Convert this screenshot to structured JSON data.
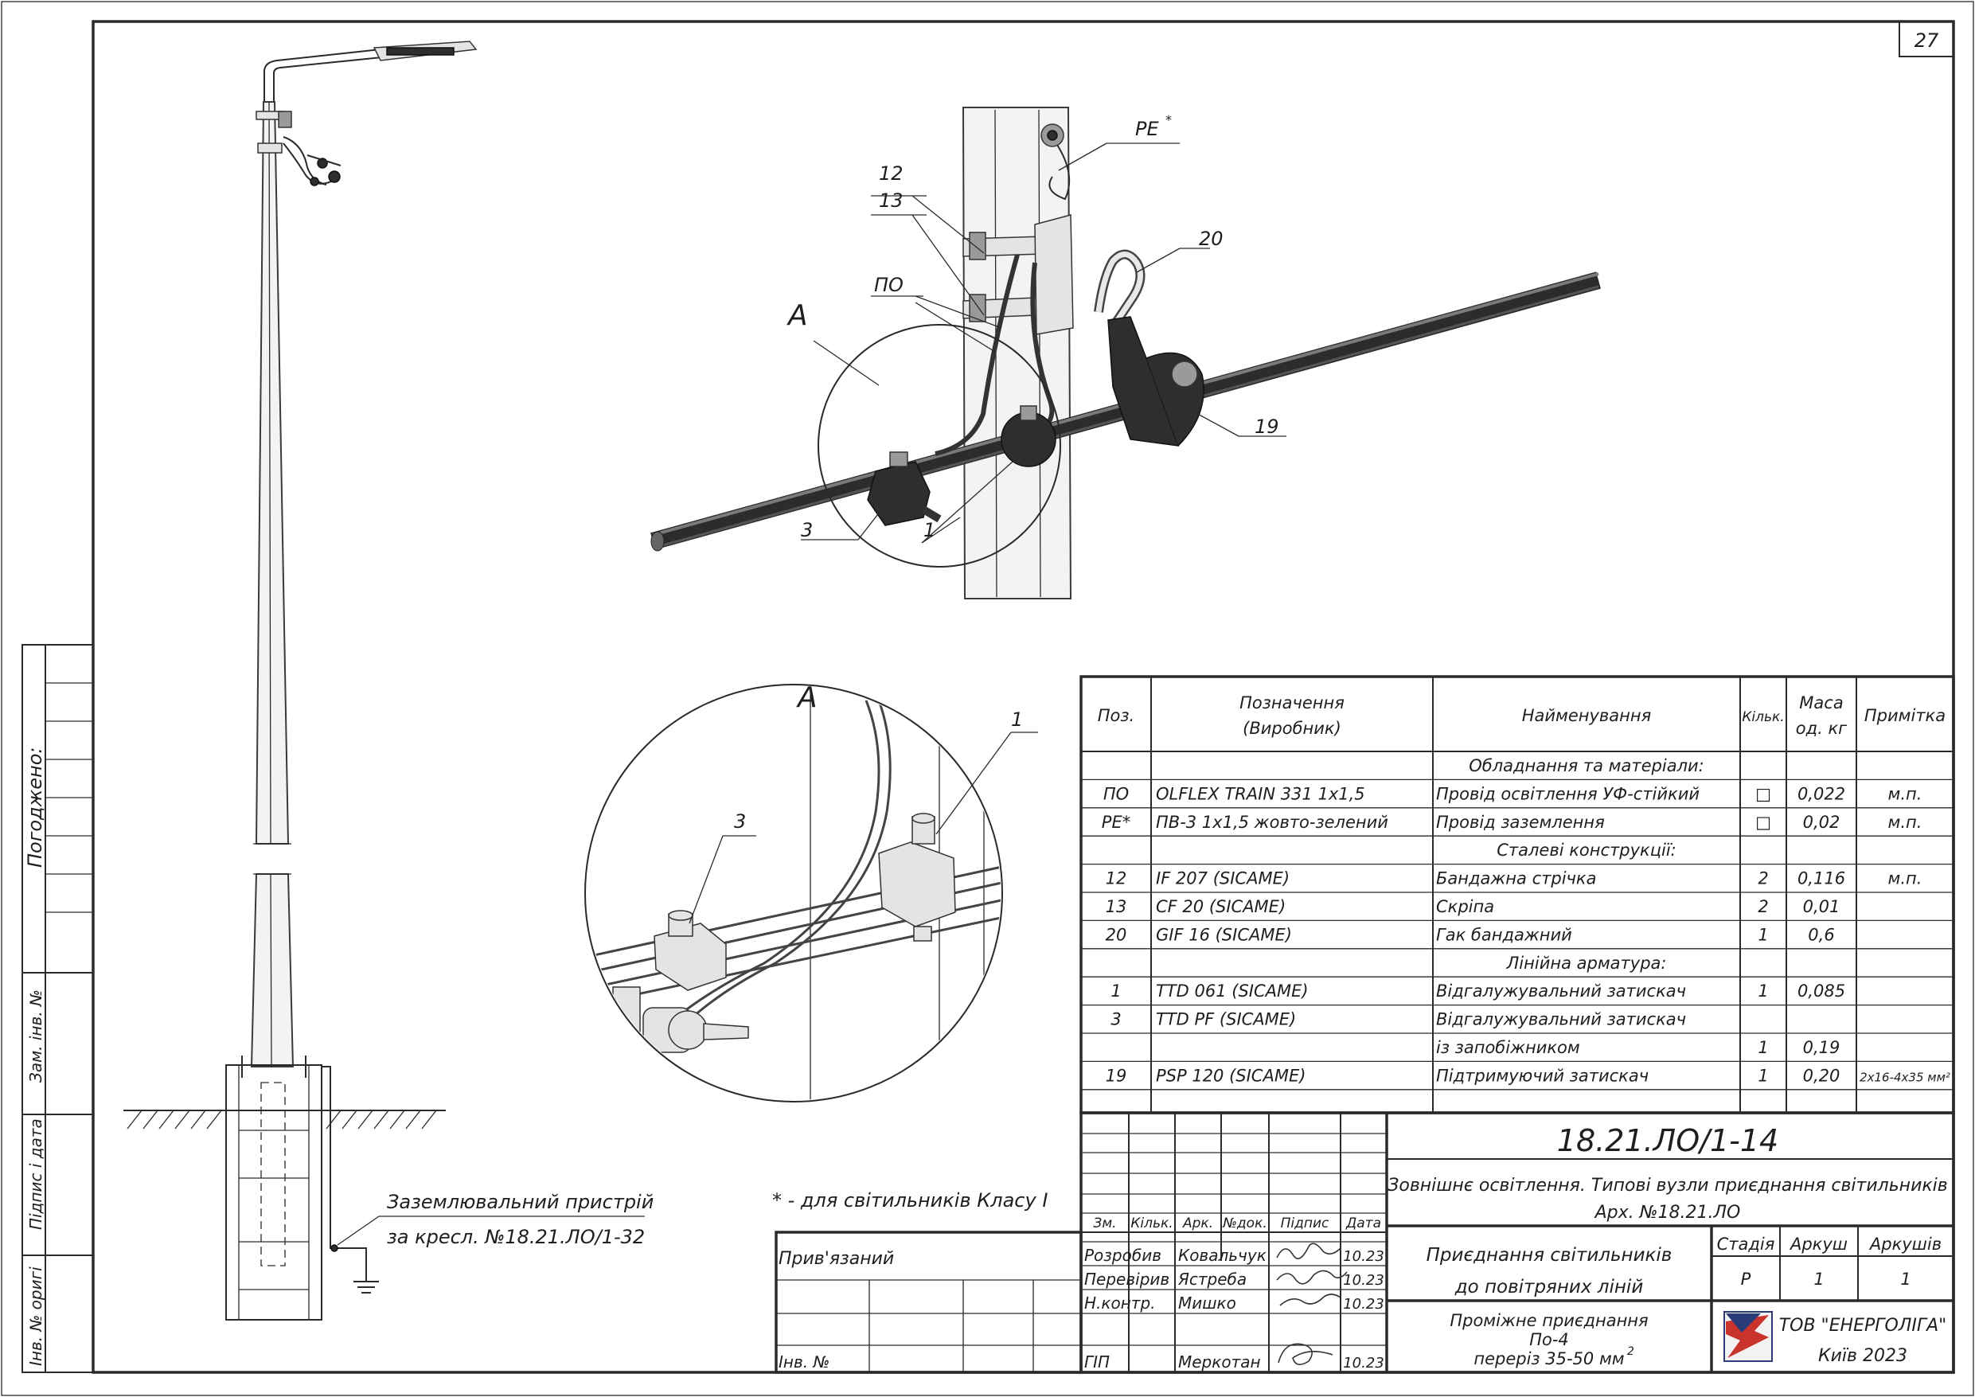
{
  "sheet_number": "27",
  "side_stamp": {
    "agreed": "Погоджено:",
    "replace_inv": "Зам. інв. №",
    "signature_date": "Підпис і дата",
    "inv_original": "Інв. № оригі"
  },
  "callouts": {
    "pe": "PE",
    "pe_star": "*",
    "c12": "12",
    "c13": "13",
    "c20": "20",
    "c_po": "ПО",
    "c_a": "A",
    "c19": "19",
    "c3": "3",
    "c1": "1",
    "detail_a": "A",
    "detail_1": "1",
    "detail_3": "3"
  },
  "grounding_note": {
    "line1": "Заземлювальний пристрій",
    "line2": "за кресл. №18.21.ЛО/1-32"
  },
  "footnote": "* - для світильників Класу I",
  "spec_table": {
    "headers": {
      "pos": "Поз.",
      "designation_1": "Позначення",
      "designation_2": "(Виробник)",
      "name": "Найменування",
      "qty": "Кільк.",
      "mass_1": "Маса",
      "mass_2": "од. кг",
      "note": "Примітка"
    },
    "rows": [
      {
        "pos": "",
        "designation": "",
        "name": "Обладнання та матеріали:",
        "qty": "",
        "mass": "",
        "note": "",
        "section": true
      },
      {
        "pos": "ПО",
        "designation": "OLFLEX TRAIN 331 1x1,5",
        "name": "Провід освітлення УФ-стійкий",
        "qty": "□",
        "mass": "0,022",
        "note": "м.п."
      },
      {
        "pos": "PE*",
        "designation": "ПВ-3 1x1,5 жовто-зелений",
        "name": "Провід заземлення",
        "qty": "□",
        "mass": "0,02",
        "note": "м.п."
      },
      {
        "pos": "",
        "designation": "",
        "name": "Сталеві конструкції:",
        "qty": "",
        "mass": "",
        "note": "",
        "section": true
      },
      {
        "pos": "12",
        "designation": "IF 207  (SICAME)",
        "name": "Бандажна стрічка",
        "qty": "2",
        "mass": "0,116",
        "note": "м.п."
      },
      {
        "pos": "13",
        "designation": "CF 20  (SICAME)",
        "name": "Скріпа",
        "qty": "2",
        "mass": "0,01",
        "note": ""
      },
      {
        "pos": "20",
        "designation": "GIF 16  (SICAME)",
        "name": "Гак бандажний",
        "qty": "1",
        "mass": "0,6",
        "note": ""
      },
      {
        "pos": "",
        "designation": "",
        "name": "Лінійна арматура:",
        "qty": "",
        "mass": "",
        "note": "",
        "section": true
      },
      {
        "pos": "1",
        "designation": "TTD 061  (SICAME)",
        "name": "Відгалужувальний затискач",
        "qty": "1",
        "mass": "0,085",
        "note": ""
      },
      {
        "pos": "3",
        "designation": "TTD PF  (SICAME)",
        "name": "Відгалужувальний затискач",
        "qty": "",
        "mass": "",
        "note": ""
      },
      {
        "pos": "",
        "designation": "",
        "name": "із запобіжником",
        "qty": "1",
        "mass": "0,19",
        "note": ""
      },
      {
        "pos": "19",
        "designation": "PSP 120  (SICAME)",
        "name": "Підтримуючий затискач",
        "qty": "1",
        "mass": "0,20",
        "note": "2х16-4х35 мм²"
      }
    ]
  },
  "title_block": {
    "code": "18.21.ЛО/1-14",
    "project_1": "Зовнішнє освітлення. Типові вузли приєднання світильників",
    "project_2": "Арх. №18.21.ЛО",
    "head_zm": "Зм.",
    "head_qty": "Кільк.",
    "head_sheet": "Арк.",
    "head_doc": "№док.",
    "head_sign": "Підпис",
    "head_date": "Дата",
    "tied": "Прив'язаний",
    "inv_no": "Інв. №",
    "people": [
      {
        "role": "Розробив",
        "name": "Ковальчук",
        "date": "10.23"
      },
      {
        "role": "Перевірив",
        "name": "Ястреба",
        "date": "10.23"
      },
      {
        "role": "Н.контр.",
        "name": "Мишко",
        "date": "10.23"
      },
      {
        "role": "ГІП",
        "name": "Меркотан",
        "date": "10.23"
      }
    ],
    "sheet_title_1": "Приєднання світильників",
    "sheet_title_2": "до повітряних ліній",
    "stage_label": "Стадія",
    "sheet_label": "Аркуш",
    "sheets_label": "Аркушів",
    "stage": "Р",
    "sheet": "1",
    "sheets": "1",
    "drawing_title_1": "Проміжне приєднання",
    "drawing_title_2": "По-4",
    "drawing_title_3": "переріз 35-50 мм",
    "drawing_title_sup": "2",
    "company": "ТОВ \"ЕНЕРГОЛІГА\"",
    "city_year": "Київ 2023"
  }
}
